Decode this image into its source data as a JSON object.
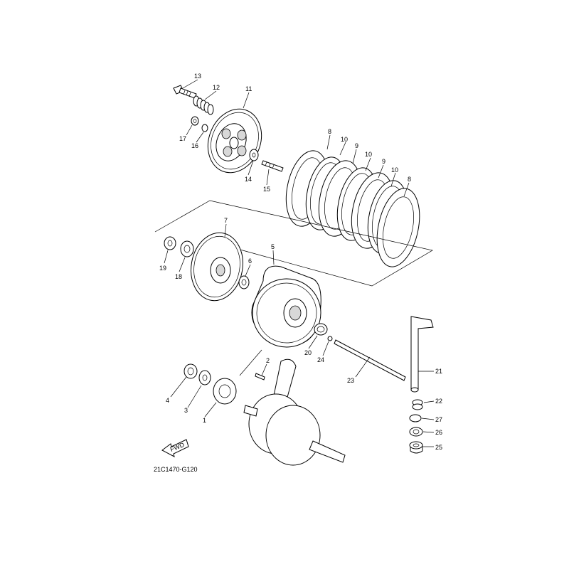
{
  "diagram": {
    "code": "21C1470-G120",
    "fwd_label": "FWD",
    "callouts": [
      "1",
      "2",
      "3",
      "4",
      "5",
      "6",
      "7",
      "8",
      "8",
      "9",
      "9",
      "10",
      "10",
      "10",
      "11",
      "12",
      "13",
      "14",
      "15",
      "16",
      "17",
      "18",
      "19",
      "20",
      "21",
      "22",
      "23",
      "24",
      "25",
      "26",
      "27"
    ]
  }
}
